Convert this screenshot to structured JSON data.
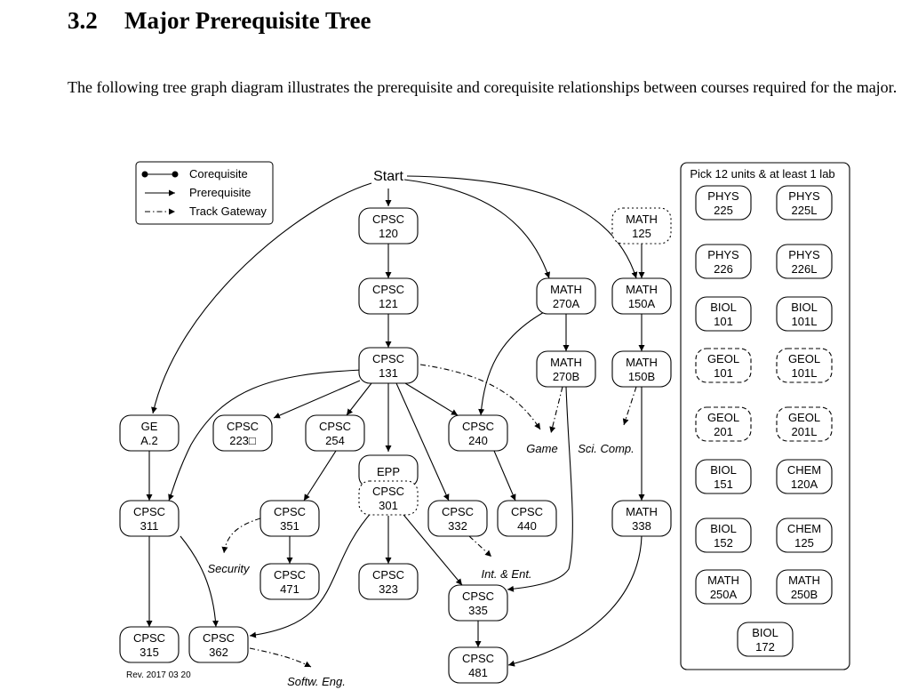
{
  "section": {
    "number": "3.2",
    "title": "Major Prerequisite Tree"
  },
  "intro": "The following tree graph diagram illustrates the prerequisite and corequisite relationships between courses required for the major.",
  "legend": [
    "Corequisite",
    "Prerequisite",
    "Track Gateway"
  ],
  "start": "Start",
  "courses": [
    [
      "CPSC",
      "120"
    ],
    [
      "CPSC",
      "121"
    ],
    [
      "CPSC",
      "131"
    ],
    [
      "MATH",
      "125"
    ],
    [
      "MATH",
      "270A"
    ],
    [
      "MATH",
      "270B"
    ],
    [
      "MATH",
      "150A"
    ],
    [
      "MATH",
      "150B"
    ],
    [
      "GE",
      "A.2"
    ],
    [
      "CPSC",
      "223□"
    ],
    [
      "CPSC",
      "254"
    ],
    [
      "EPP",
      ""
    ],
    [
      "CPSC",
      "301"
    ],
    [
      "CPSC",
      "240"
    ],
    [
      "CPSC",
      "311"
    ],
    [
      "CPSC",
      "351"
    ],
    [
      "CPSC",
      "332"
    ],
    [
      "CPSC",
      "440"
    ],
    [
      "MATH",
      "338"
    ],
    [
      "CPSC",
      "471"
    ],
    [
      "CPSC",
      "323"
    ],
    [
      "CPSC",
      "335"
    ],
    [
      "CPSC",
      "315"
    ],
    [
      "CPSC",
      "362"
    ],
    [
      "CPSC",
      "481"
    ]
  ],
  "tracks": [
    "Game",
    "Sci. Comp.",
    "Security",
    "Int. & Ent.",
    "Softw. Eng."
  ],
  "science_box": {
    "title": "Pick 12 units & at least 1 lab",
    "items": [
      [
        "PHYS",
        "225"
      ],
      [
        "PHYS",
        "225L"
      ],
      [
        "PHYS",
        "226"
      ],
      [
        "PHYS",
        "226L"
      ],
      [
        "BIOL",
        "101"
      ],
      [
        "BIOL",
        "101L"
      ],
      [
        "GEOL",
        "101"
      ],
      [
        "GEOL",
        "101L"
      ],
      [
        "GEOL",
        "201"
      ],
      [
        "GEOL",
        "201L"
      ],
      [
        "BIOL",
        "151"
      ],
      [
        "CHEM",
        "120A"
      ],
      [
        "BIOL",
        "152"
      ],
      [
        "CHEM",
        "125"
      ],
      [
        "MATH",
        "250A"
      ],
      [
        "MATH",
        "250B"
      ],
      [
        "BIOL",
        "172"
      ]
    ]
  },
  "revision": "Rev. 2017 03 20"
}
